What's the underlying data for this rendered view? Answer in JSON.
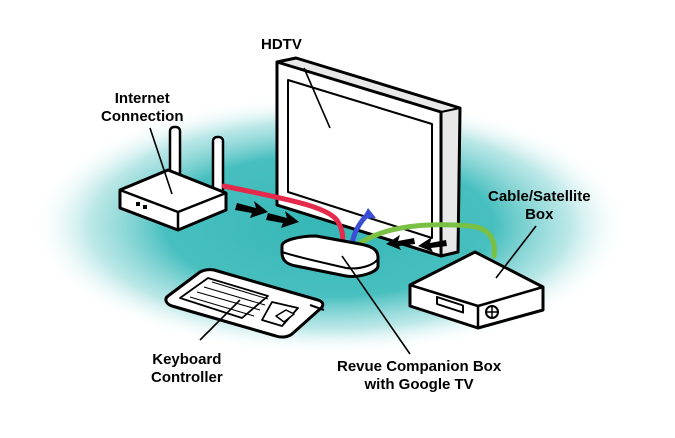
{
  "labels": {
    "hdtv": "HDTV",
    "internet": [
      "Internet",
      "Connection"
    ],
    "cable": [
      "Cable/Satellite",
      "Box"
    ],
    "keyboard": [
      "Keyboard",
      "Controller"
    ],
    "revue": [
      "Revue Companion Box",
      "with Google TV"
    ]
  },
  "colors": {
    "background_glow": "#35b6b6",
    "outline": "#000000",
    "device_fill": "#ffffff",
    "cable_red": "#e5294a",
    "cable_blue": "#3b4fd6",
    "cable_green": "#7ac143"
  }
}
